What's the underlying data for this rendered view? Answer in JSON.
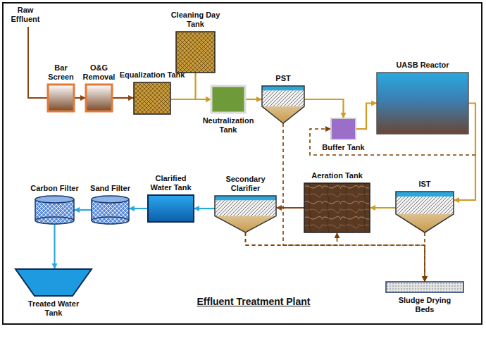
{
  "diagram": {
    "title": "Effluent Treatment Plant",
    "nodes": [
      {
        "text": [
          "Bar Screen"
        ]
      },
      {
        "text": [
          "O&G Removal"
        ]
      },
      {
        "text": [
          "Equalization Tank"
        ]
      },
      {
        "text": [
          "Cleaning Day Tank"
        ]
      },
      {
        "text": [
          "Neutralization Tank"
        ]
      },
      {
        "text": [
          "PST"
        ]
      },
      {
        "text": [
          "Buffer Tank"
        ]
      },
      {
        "text": [
          "UASB Reactor"
        ]
      },
      {
        "text": [
          "IST"
        ]
      },
      {
        "text": [
          "Aeration Tank"
        ]
      },
      {
        "text": [
          "Secondary Clarifier"
        ]
      },
      {
        "text": [
          "Clarified Water Tank"
        ]
      },
      {
        "text": [
          "Sand Filter"
        ]
      },
      {
        "text": [
          "Carbon Filter"
        ]
      },
      {
        "text": [
          "Treated Water Tank"
        ]
      },
      {
        "text": [
          "Sludge Drying Beds"
        ]
      }
    ],
    "edges": [
      {
        "from": 0,
        "to": 1,
        "arrow": "to"
      },
      {
        "from": 1,
        "to": 2,
        "arrow": "to"
      },
      {
        "from": 2,
        "to": 4,
        "arrow": "to"
      },
      {
        "from": 3,
        "to": 4,
        "arrow": "to"
      },
      {
        "from": 4,
        "to": 5,
        "arrow": "to"
      },
      {
        "from": 5,
        "to": 6,
        "arrow": "to"
      },
      {
        "from": 6,
        "to": 7,
        "arrow": "to"
      },
      {
        "from": 7,
        "to": 8,
        "arrow": "to"
      },
      {
        "from": 8,
        "to": 9,
        "arrow": "to"
      },
      {
        "from": 9,
        "to": 10,
        "arrow": "to"
      },
      {
        "from": 10,
        "to": 11,
        "arrow": "to"
      },
      {
        "from": 11,
        "to": 12,
        "arrow": "to"
      },
      {
        "from": 12,
        "to": 13,
        "arrow": "to"
      },
      {
        "from": 13,
        "to": 14,
        "arrow": "to"
      },
      {
        "from": 7,
        "to": 6,
        "arrow": "to"
      },
      {
        "from": 5,
        "to": 15,
        "arrow": "to"
      },
      {
        "from": 8,
        "to": 15,
        "arrow": "to"
      },
      {
        "from": 10,
        "to": 9,
        "arrow": "to"
      },
      {
        "from": 10,
        "to": 15,
        "arrow": "to"
      }
    ],
    "labels": [
      "Raw Effluent"
    ]
  }
}
